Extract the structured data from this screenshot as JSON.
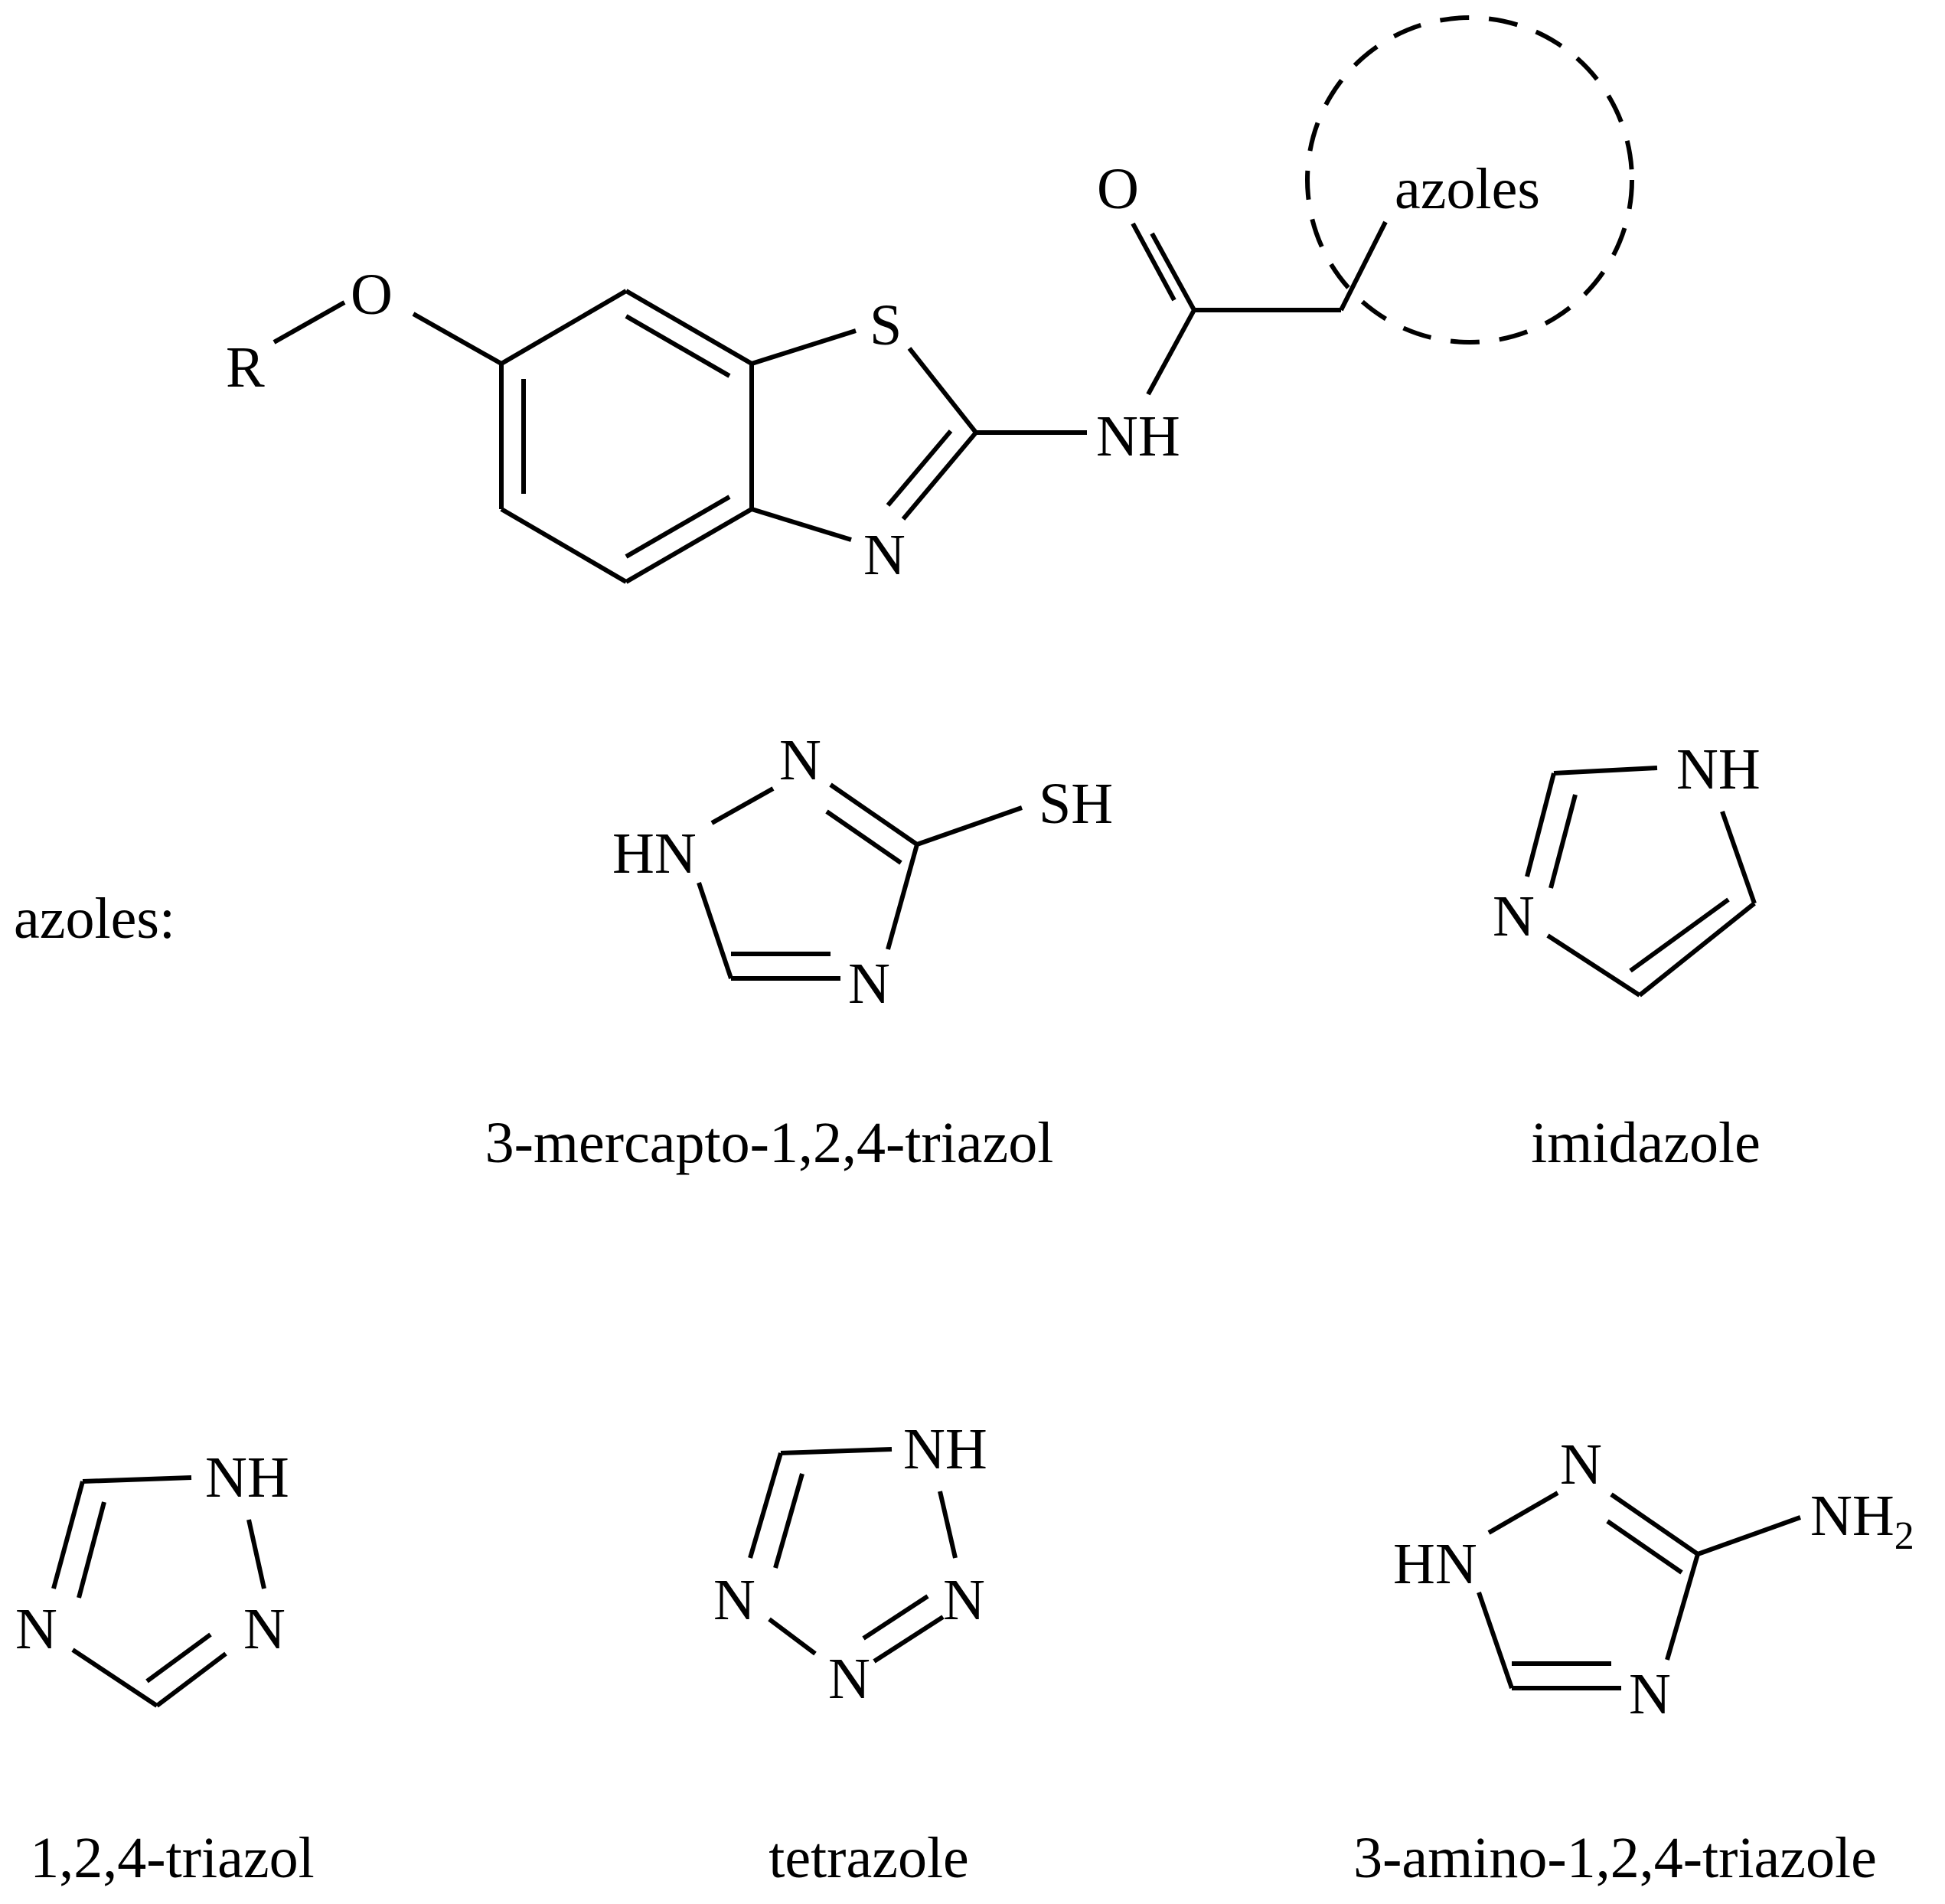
{
  "main_structure": {
    "atoms": {
      "r": "R",
      "o_ether": "O",
      "s": "S",
      "n_ring": "N",
      "nh": "NH",
      "o_carbonyl": "O",
      "azoles_label": "azoles"
    }
  },
  "azoles_heading": "azoles:",
  "molecules": [
    {
      "caption": "3-mercapto-1,2,4-triazol",
      "atoms": {
        "n_top": "N",
        "hn": "HN",
        "sh": "SH",
        "n_bottom": "N"
      }
    },
    {
      "caption": "imidazole",
      "atoms": {
        "nh": "NH",
        "n": "N"
      }
    },
    {
      "caption": "1,2,4-triazol",
      "atoms": {
        "nh": "NH",
        "n_left": "N",
        "n_right": "N"
      }
    },
    {
      "caption": "tetrazole",
      "atoms": {
        "nh": "NH",
        "n_left": "N",
        "n_right": "N",
        "n_bottom": "N"
      }
    },
    {
      "caption": "3-amino-1,2,4-triazole",
      "atoms": {
        "n_top": "N",
        "hn": "HN",
        "nh2_base": "NH",
        "nh2_sub": "2",
        "n_bottom": "N"
      }
    }
  ]
}
